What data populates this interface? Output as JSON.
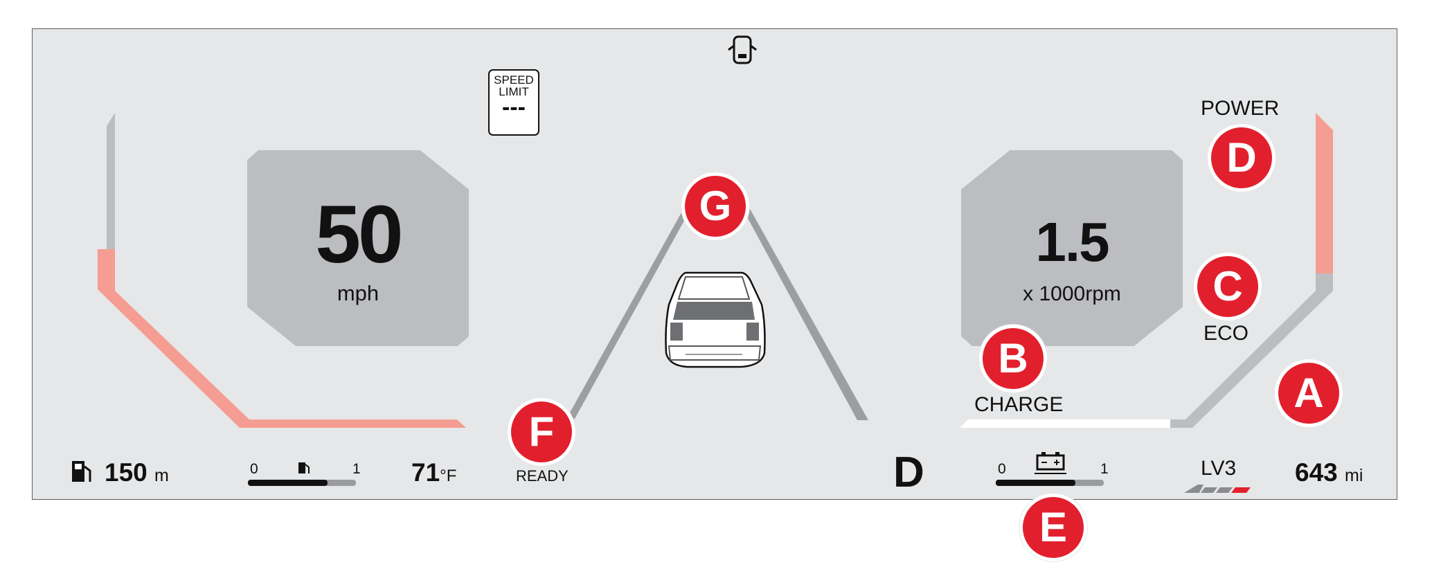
{
  "speedometer": {
    "value": "50",
    "unit": "mph"
  },
  "tachometer": {
    "value": "1.5",
    "unit": "x 1000rpm"
  },
  "speed_limit": {
    "label": "SPEED LIMIT",
    "value": "---"
  },
  "power_gauge": {
    "power_label": "POWER",
    "eco_label": "ECO",
    "charge_label": "CHARGE"
  },
  "status": {
    "ready_label": "READY",
    "gear": "D"
  },
  "bottom_bar": {
    "fuel_distance": "150",
    "fuel_distance_unit": "m",
    "fuel_gauge": {
      "min": "0",
      "max": "1",
      "level": 0.74
    },
    "temperature": "71",
    "temperature_unit": "°F",
    "battery_gauge": {
      "min": "0",
      "max": "1",
      "level": 0.74
    },
    "level": "LV3",
    "range": "643",
    "range_unit": "mi"
  },
  "markers": {
    "a": "A",
    "b": "B",
    "c": "C",
    "d": "D",
    "e": "E",
    "f": "F",
    "g": "G"
  },
  "icons": [
    "door-open-icon",
    "fuel-pump-icon",
    "battery-icon",
    "car-rear-icon"
  ],
  "colors": {
    "gauge_active": "#f59d92",
    "gauge_inactive": "#bcbdc0",
    "marker": "#e2202d",
    "panel": "#e6e7e8"
  }
}
